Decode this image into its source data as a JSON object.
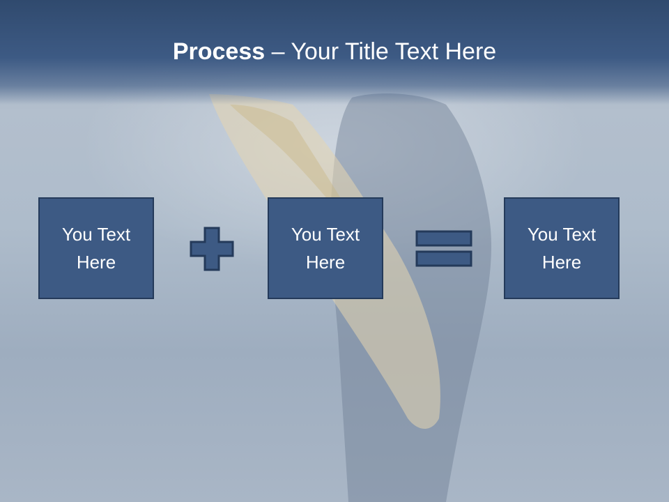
{
  "slide": {
    "title_bold": "Process",
    "title_rest": " – Your Title Text Here",
    "boxes": [
      {
        "line1": "You Text",
        "line2": "Here"
      },
      {
        "line1": "You Text",
        "line2": "Here"
      },
      {
        "line1": "You Text",
        "line2": "Here"
      }
    ],
    "operators": [
      "plus-icon",
      "equals-icon"
    ]
  },
  "colors": {
    "header": "#3d5a84",
    "box_fill": "#3d5a84",
    "box_border": "#243a5a",
    "text": "#ffffff"
  }
}
